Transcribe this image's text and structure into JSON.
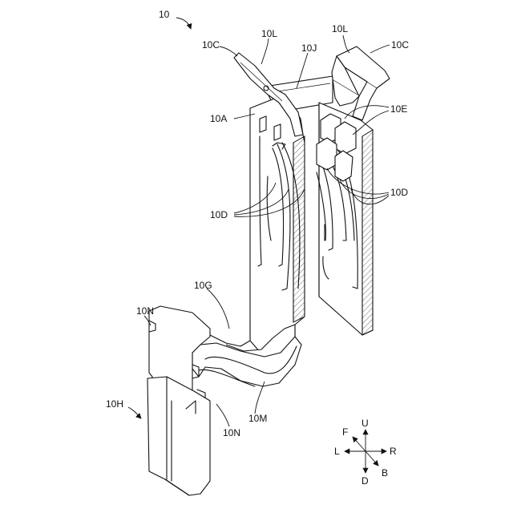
{
  "figure": {
    "labels": {
      "main": "10",
      "c_left": "10C",
      "l_left": "10L",
      "j": "10J",
      "l_right": "10L",
      "c_right": "10C",
      "a": "10A",
      "e": "10E",
      "d_right": "10D",
      "d_left": "10D",
      "g": "10G",
      "n_upper": "10N",
      "h": "10H",
      "m": "10M",
      "n_lower": "10N"
    },
    "directions": {
      "up": "U",
      "front": "F",
      "left": "L",
      "right": "R",
      "back": "B",
      "down": "D"
    }
  }
}
